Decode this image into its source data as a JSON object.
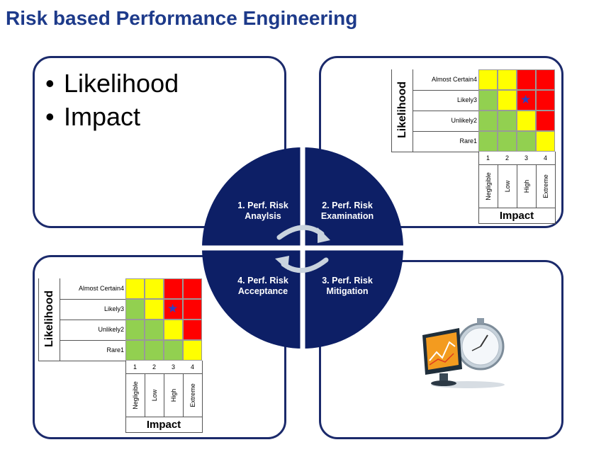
{
  "title": "Risk based Performance Engineering",
  "bullets": [
    "Likelihood",
    "Impact"
  ],
  "colors": {
    "navy": "#0d1f66",
    "green": "#92d050",
    "yellow": "#ffff00",
    "red": "#ff0000",
    "title": "#1d3a8a"
  },
  "cycle": {
    "q1": [
      "1. Perf. Risk",
      "Anaylsis"
    ],
    "q2": [
      "2. Perf. Risk",
      "Examination"
    ],
    "q3": [
      "3. Perf. Risk",
      "Mitigation"
    ],
    "q4": [
      "4. Perf. Risk",
      "Acceptance"
    ]
  },
  "risk_matrix": {
    "ylabel": "Likelihood",
    "xlabel": "Impact",
    "rows": [
      {
        "label": "Almost Certain",
        "num": "4",
        "cells": [
          "yellow",
          "yellow",
          "red",
          "red"
        ]
      },
      {
        "label": "Likely",
        "num": "3",
        "cells": [
          "green",
          "yellow",
          "red",
          "red"
        ]
      },
      {
        "label": "Unlikely",
        "num": "2",
        "cells": [
          "green",
          "green",
          "yellow",
          "red"
        ]
      },
      {
        "label": "Rare",
        "num": "1",
        "cells": [
          "green",
          "green",
          "green",
          "yellow"
        ]
      }
    ],
    "columns": [
      {
        "num": "1",
        "label": "Negligible"
      },
      {
        "num": "2",
        "label": "Low"
      },
      {
        "num": "3",
        "label": "High"
      },
      {
        "num": "4",
        "label": "Extreme"
      }
    ],
    "star": {
      "row": "Likely",
      "column": "High",
      "symbol": "★"
    }
  },
  "icons": {
    "bottom_right": "monitor-stopwatch-icon",
    "arrows": "cycle-arrows-icon",
    "star": "star-icon"
  }
}
